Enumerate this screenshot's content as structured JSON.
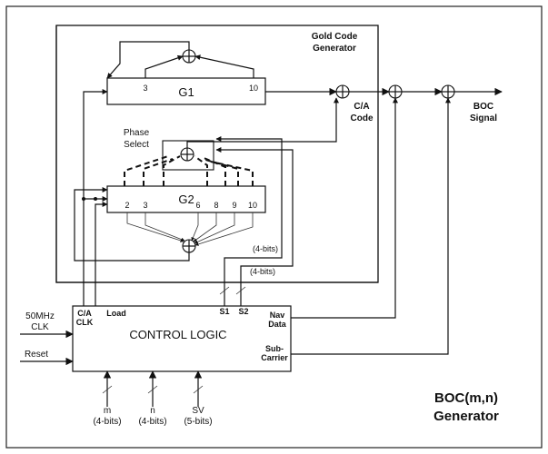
{
  "labels": {
    "gold_code_generator_line1": "Gold Code",
    "gold_code_generator_line2": "Generator",
    "g1": "G1",
    "g1_tap_left": "3",
    "g1_tap_right": "10",
    "g2": "G2",
    "g2_taps": [
      "2",
      "3",
      "6",
      "8",
      "9",
      "10"
    ],
    "phase_select_line1": "Phase",
    "phase_select_line2": "Select",
    "ca_code_line1": "C/A",
    "ca_code_line2": "Code",
    "boc_signal_line1": "BOC",
    "boc_signal_line2": "Signal",
    "four_bits_1": "(4-bits)",
    "four_bits_2": "(4-bits)",
    "control_logic": "CONTROL LOGIC",
    "ca_clk_line1": "C/A",
    "ca_clk_line2": "CLK",
    "load": "Load",
    "s1": "S1",
    "s2": "S2",
    "nav_data_line1": "Nav",
    "nav_data_line2": "Data",
    "sub_carrier_line1": "Sub-",
    "sub_carrier_line2": "Carrier",
    "clk_50mhz_line1": "50MHz",
    "clk_50mhz_line2": "CLK",
    "reset": "Reset",
    "m": "m",
    "m_bits": "(4-bits)",
    "n": "n",
    "n_bits": "(4-bits)",
    "sv": "SV",
    "sv_bits": "(5-bits)",
    "boc_mn_line1": "BOC(m,n)",
    "boc_mn_line2": "Generator"
  }
}
